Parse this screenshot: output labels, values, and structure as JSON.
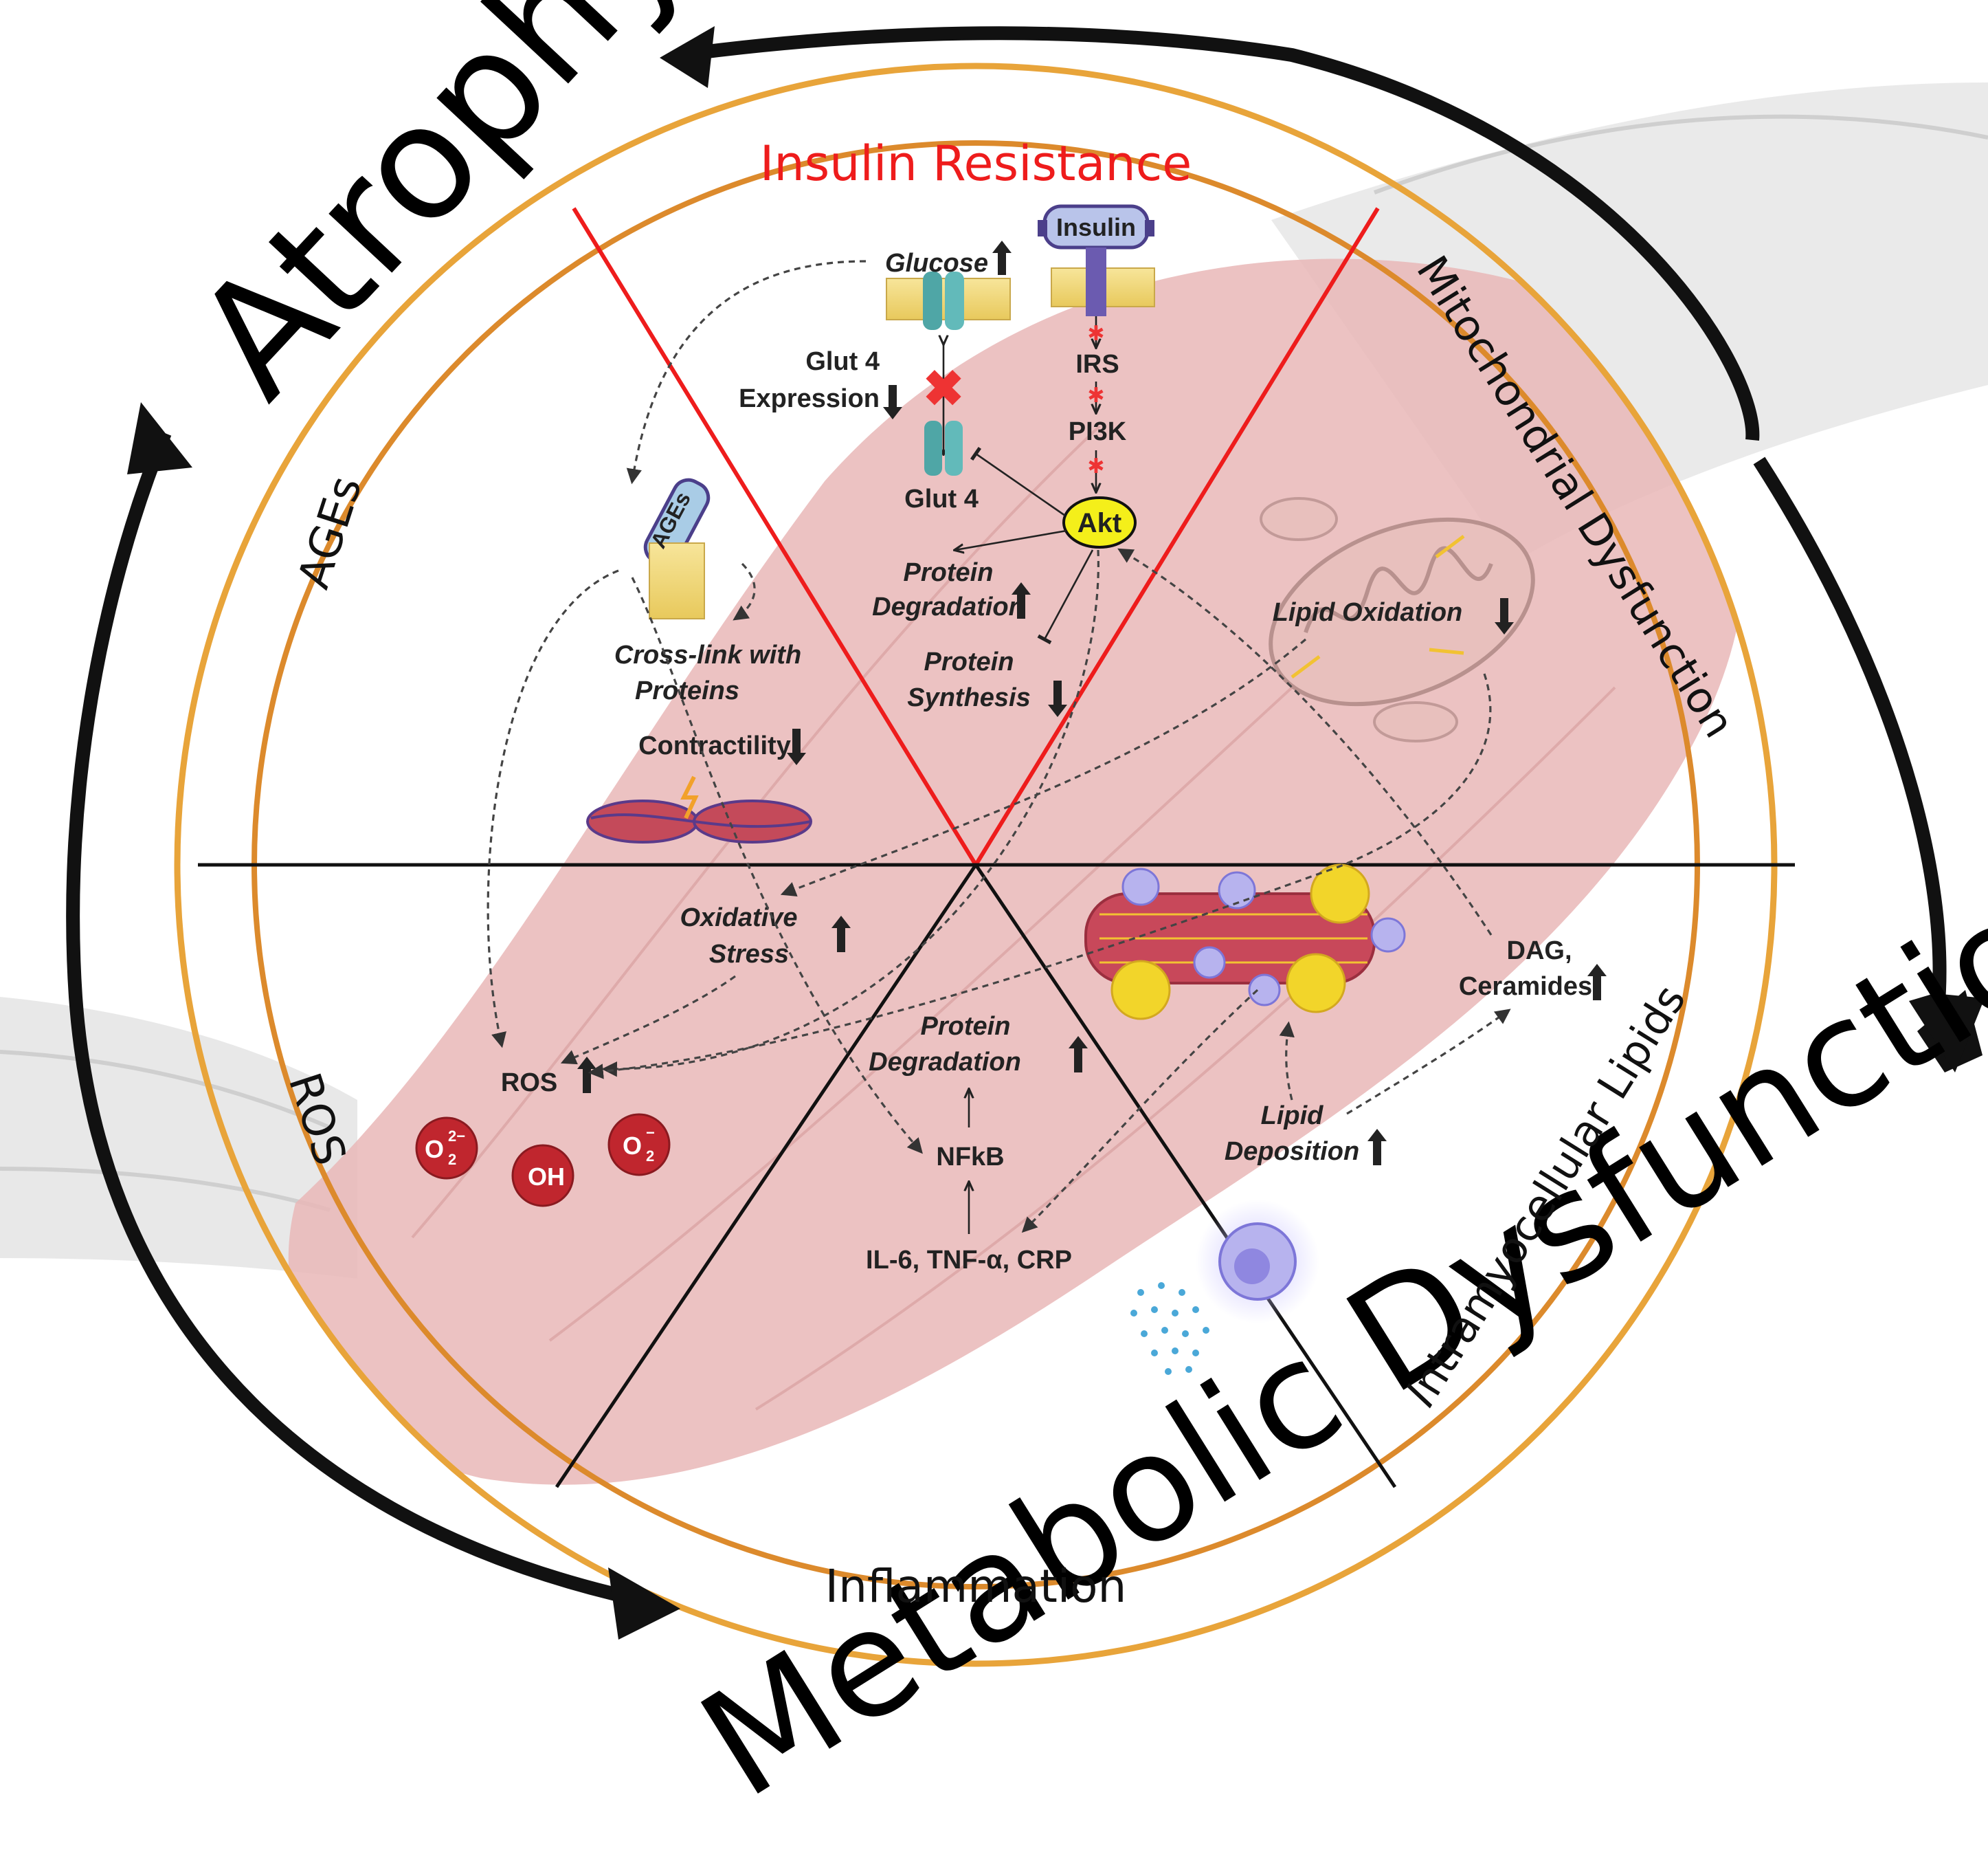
{
  "outer_labels": {
    "atrophy": "Atrophy",
    "metabolic": "Metabolic Dysfunction"
  },
  "sectors": {
    "insulin": "Insulin Resistance",
    "mito": "Mitochondrial Dysfunction",
    "lipids_prefix": "I",
    "lipids": "ntramyocellular Lipids",
    "inflammation": "Inflammation",
    "ros": "ROS",
    "ages": "AGEs"
  },
  "nodes": {
    "glucose": "Glucose",
    "insulin": "Insulin",
    "irs": "IRS",
    "pi3k": "PI3K",
    "akt": "Akt",
    "glut4": "Glut 4",
    "glut4_expr_1": "Glut 4",
    "glut4_expr_2": "Expression",
    "protein_degradation_1": "Protein",
    "protein_degradation_2": "Degradation",
    "protein_synthesis_1": "Protein",
    "protein_synthesis_2": "Synthesis",
    "ages_badge": "AGEs",
    "crosslink_1": "Cross-link with",
    "crosslink_2": "Proteins",
    "contractility": "Contractility",
    "lipid_oxidation": "Lipid Oxidation",
    "oxidative_1": "Oxidative",
    "oxidative_2": "Stress",
    "ros": "ROS",
    "radical_1": "O",
    "radical_1_sup": "2−",
    "radical_1_sub": "2",
    "radical_2": "OH",
    "radical_3": "O",
    "radical_3_sup": "−",
    "radical_3_sub": "2",
    "infl_protein_1": "Protein",
    "infl_protein_2": "Degradation",
    "nfkb": "NFkB",
    "cytokines": "IL-6, TNF-α, CRP",
    "dag_1": "DAG,",
    "dag_2": "Ceramides",
    "lipid_dep_1": "Lipid",
    "lipid_dep_2": "Deposition"
  },
  "colors": {
    "ring": "#e8a43a",
    "insulin_red": "#ee1c1c",
    "muscle": "#e9b7b7",
    "akt_yellow": "#f4ef1a",
    "ros_red": "#c0262e",
    "badge_blue": "#a9cce6",
    "insulin_badge": "#b9c4ea"
  }
}
